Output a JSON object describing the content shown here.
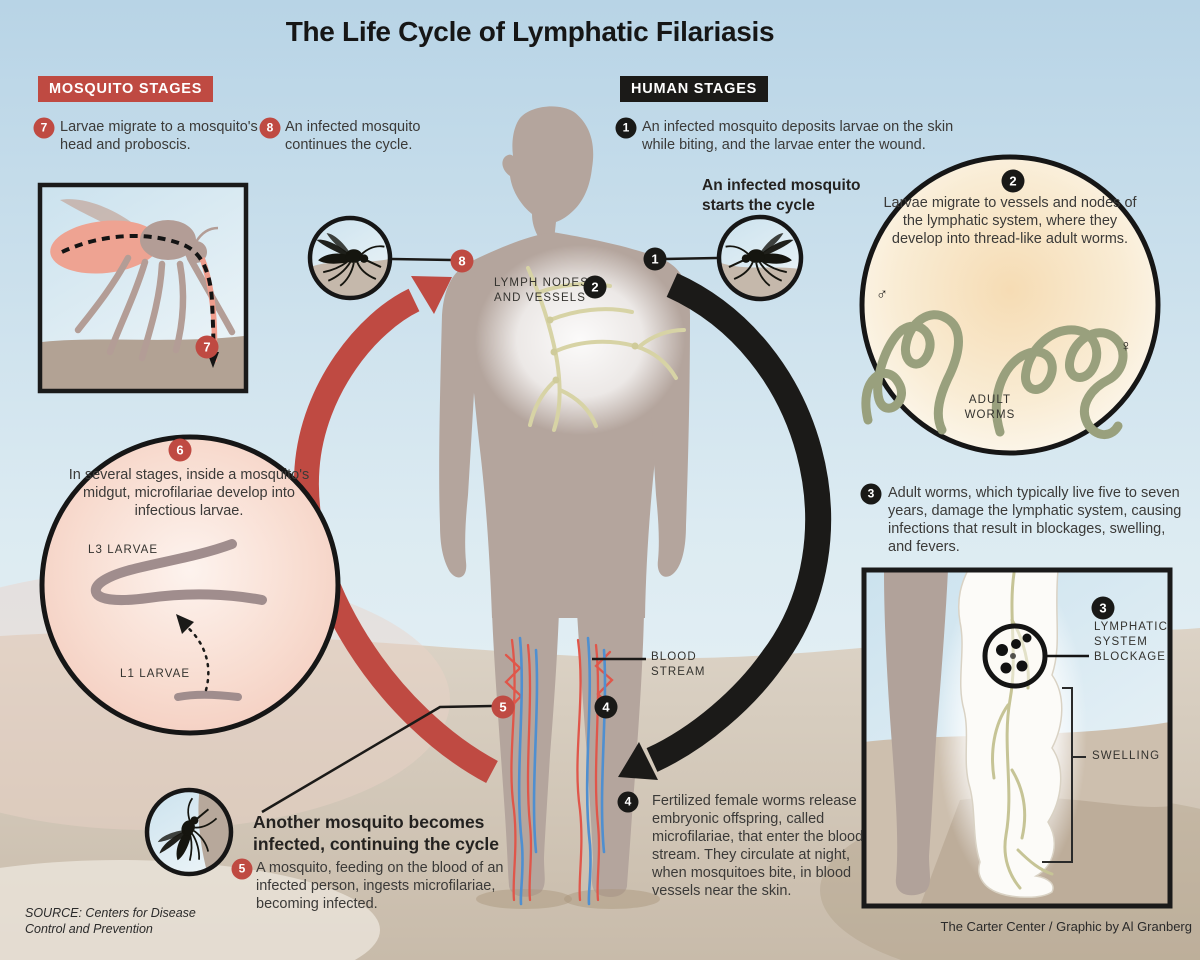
{
  "title": "The Life Cycle of Lymphatic Filariasis",
  "headers": {
    "mosquito": "MOSQUITO STAGES",
    "human": "HUMAN STAGES"
  },
  "steps": [
    {
      "num": "1",
      "text": "An infected mosquito deposits larvae on the skin while biting, and the larvae enter the wound."
    },
    {
      "num": "2",
      "text": "Larvae migrate to vessels and nodes of the lymphatic system, where they develop into thread-like adult worms."
    },
    {
      "num": "3",
      "text": "Adult worms, which typically live five to seven years, damage the lymphatic system, causing infections that result in blockages, swelling, and fevers."
    },
    {
      "num": "4",
      "text": "Fertilized female worms release embryonic offspring, called microfilariae, that enter the blood stream. They circulate at night, when mosquitoes bite, in blood vessels near the skin."
    },
    {
      "num": "5",
      "text": "A mosquito, feeding on the blood of an infected person, ingests microfilariae, becoming infected."
    },
    {
      "num": "6",
      "text": "In several stages, inside a mosquito's midgut, microfilariae develop into infectious larvae."
    },
    {
      "num": "7",
      "text": "Larvae migrate to a mosquito's head and proboscis."
    },
    {
      "num": "8",
      "text": "An infected mosquito continues the cycle."
    }
  ],
  "callouts": {
    "start_cycle": "An infected mosquito\nstarts the cycle",
    "another_mosquito": "Another mosquito becomes\ninfected, continuing the cycle"
  },
  "labels": {
    "lymph_nodes": "LYMPH NODES\nAND VESSELS",
    "blood_stream": "BLOOD\nSTREAM",
    "adult_worms": "ADULT\nWORMS",
    "l3_larvae": "L3 LARVAE",
    "l1_larvae": "L1 LARVAE",
    "blockage": "LYMPHATIC\nSYSTEM\nBLOCKAGE",
    "swelling": "SWELLING",
    "male_symbol": "♂",
    "female_symbol": "♀"
  },
  "footer": {
    "source": "SOURCE: Centers for Disease\nControl and Prevention",
    "credit": "The Carter Center / Graphic by Al Granberg"
  },
  "colors": {
    "mosquito_stage_red": "#bf4a42",
    "human_stage_black": "#1b1a18",
    "sky_blue": "#b8d4e6",
    "ground_tan": "#d7cdc0",
    "silhouette": "#b4a59d",
    "worm_olive": "#99a07d",
    "lymph_vessel": "#d7d3a5",
    "artery_red": "#e0564a",
    "vein_blue": "#4f8fd0"
  }
}
